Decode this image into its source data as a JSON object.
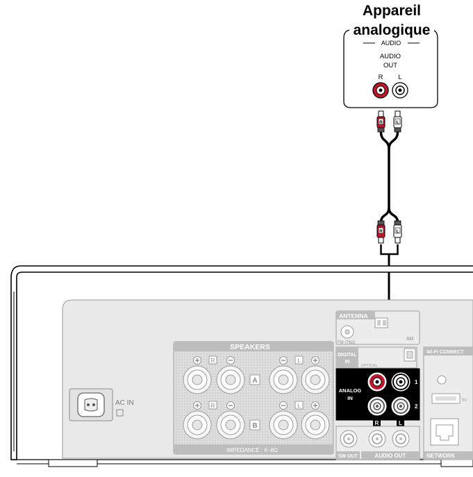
{
  "device": {
    "title_line1": "Appareil",
    "title_line2": "analogique",
    "group_label": "AUDIO",
    "output_label_line1": "AUDIO",
    "output_label_line2": "OUT",
    "channel_r": "R",
    "channel_l": "L"
  },
  "cable": {
    "plug_r": "R",
    "plug_l": "L"
  },
  "receiver": {
    "ac_in": "AC IN",
    "speakers": "SPEAKERS",
    "speaker_a": "A",
    "speaker_b": "B",
    "speaker_r": "R",
    "speaker_l": "L",
    "impedance": "IMPEDANCE : 6~8Ω",
    "antenna": "ANTENNA",
    "fm": "FM (75Ω)",
    "am": "AM",
    "digital_in_line1": "DIGITAL",
    "digital_in_line2": "IN",
    "optical": "OPTICAL",
    "analog_in_line1": "ANALOG",
    "analog_in_line2": "IN",
    "analog_1": "1",
    "analog_2": "2",
    "analog_r": "R",
    "analog_l": "L",
    "sw_out": "SW OUT",
    "audio_out": "AUDIO OUT",
    "wifi_connect": "Wi-Fi CONNECT",
    "network": "NETWORK",
    "usb_5v": "5V"
  },
  "colors": {
    "red_jack": "#c0162b",
    "panel_gray": "#e6e6e6",
    "line": "#222222"
  }
}
